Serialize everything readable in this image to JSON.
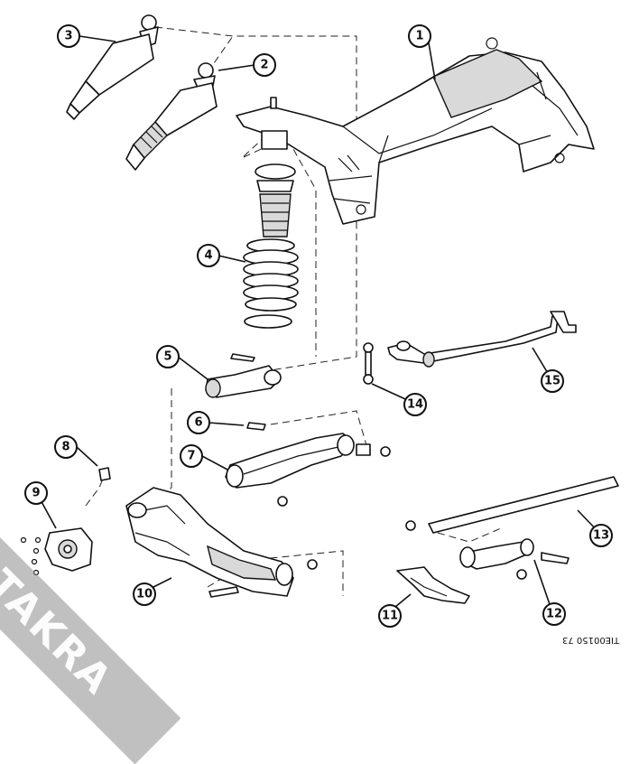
{
  "callouts": [
    "1",
    "2",
    "3",
    "4",
    "5",
    "6",
    "7",
    "8",
    "9",
    "10",
    "11",
    "12",
    "13",
    "14",
    "15"
  ],
  "reference_code": "TIE00150 73",
  "watermark": "TAKRA"
}
